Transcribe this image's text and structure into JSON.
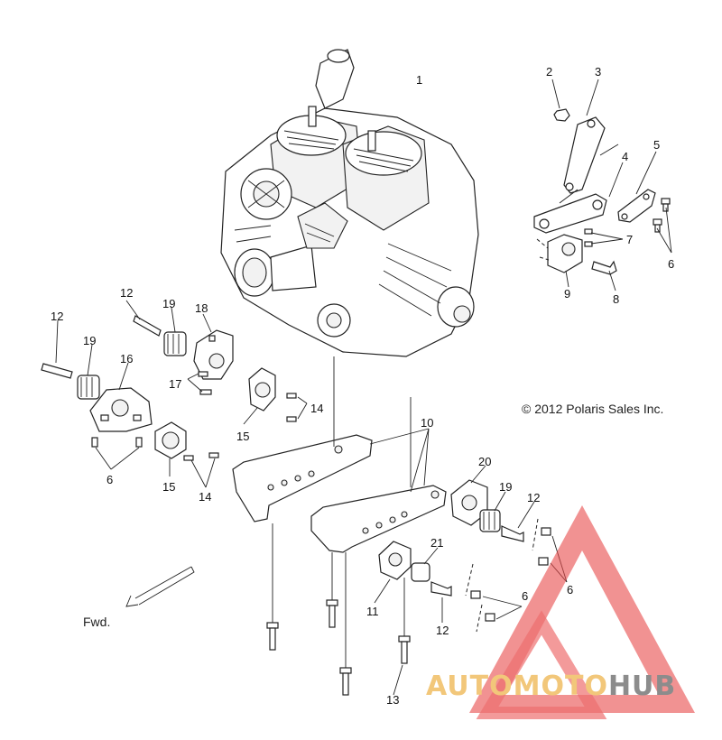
{
  "diagram": {
    "copyright": "© 2012 Polaris Sales Inc.",
    "direction_label": "Fwd.",
    "callouts": {
      "c1": "1",
      "c2": "2",
      "c3": "3",
      "c4": "4",
      "c5": "5",
      "c6a": "6",
      "c7": "7",
      "c8": "8",
      "c9": "9",
      "c10": "10",
      "c11": "11",
      "c12a": "12",
      "c12b": "12",
      "c12c": "12",
      "c12d": "12",
      "c13": "13",
      "c14a": "14",
      "c14b": "14",
      "c15a": "15",
      "c15b": "15",
      "c16": "16",
      "c17": "17",
      "c18": "18",
      "c19a": "19",
      "c19b": "19",
      "c19c": "19",
      "c20": "20",
      "c21": "21",
      "c6b": "6",
      "c6c": "6",
      "c6d": "6"
    }
  },
  "watermark": {
    "brand_part1": "AUTOMOTO",
    "brand_part2": "HUB",
    "color_part1": "#f2c77a",
    "color_part2": "#8c8c8c",
    "triangle_color": "#e84a4a"
  }
}
